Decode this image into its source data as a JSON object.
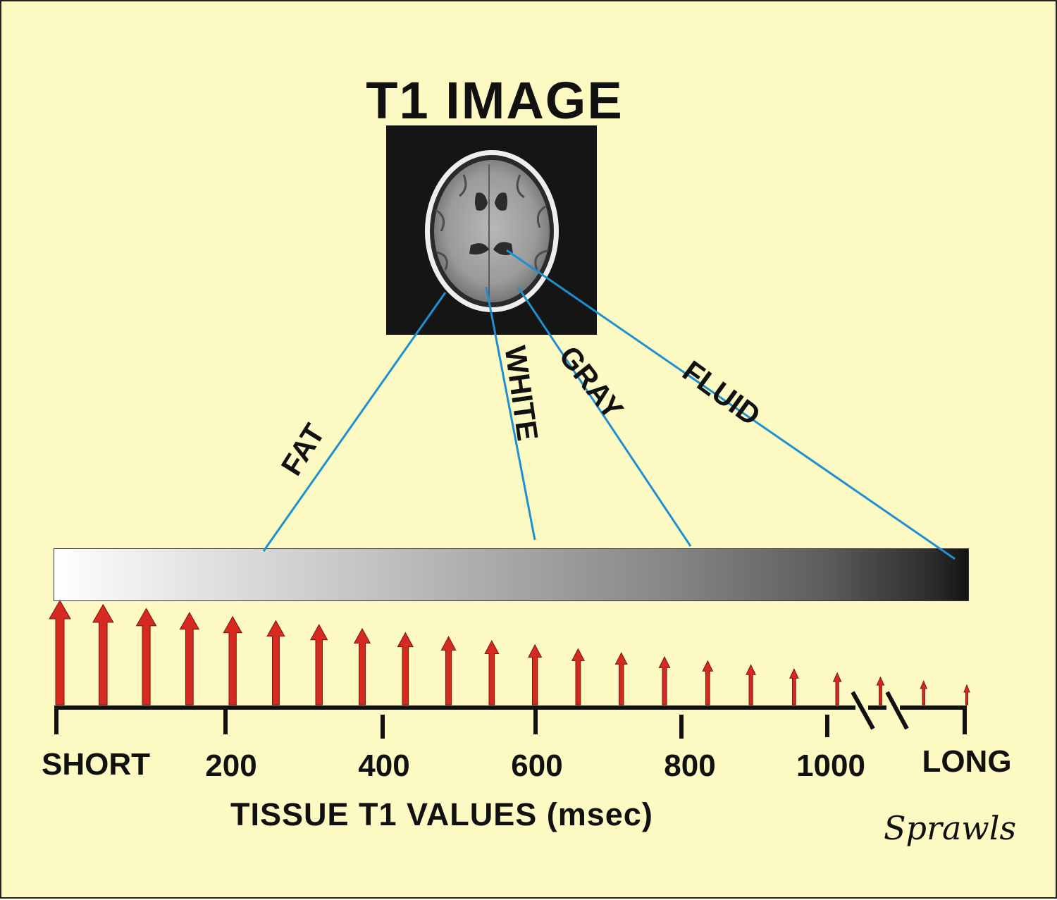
{
  "title": "T1 IMAGE",
  "tissues": {
    "fat": "FAT",
    "white": "WHITE",
    "gray": "GRAY",
    "fluid": "FLUID"
  },
  "axis": {
    "ticks": [
      "SHORT",
      "200",
      "400",
      "600",
      "800",
      "1000",
      "LONG"
    ],
    "title": "TISSUE T1 VALUES (msec)"
  },
  "signature": "Sprawls",
  "colors": {
    "background": "#fcf9c3",
    "connector_lines": "#1e90d0",
    "arrows": "#d42a1f",
    "axis": "#111111"
  }
}
